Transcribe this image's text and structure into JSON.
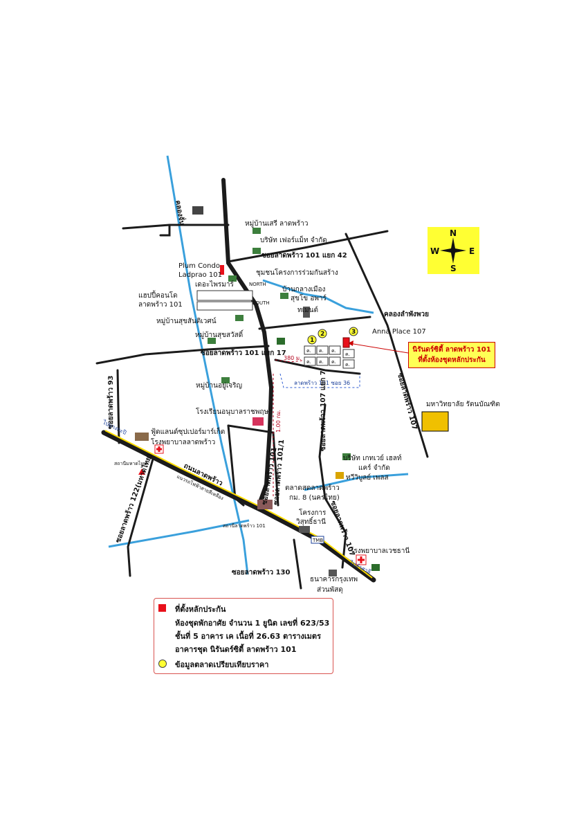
{
  "roads": {
    "ladprao_main": "ถนนลาดพร้าว",
    "soi_101": "ซอยลาดพร้าว 101",
    "soi_101_1": "ซอยลาดพร้าว 101/1",
    "soi_101_yaek_42": "ซอยลาดพร้าว 101 แยก 42",
    "soi_101_yaek_17": "ซอยลาดพร้าว 101 แยก 17",
    "soi_101_soi_36": "ลาดพร้าว 101 ซอย 36",
    "soi_93": "ซอยลาดพร้าว 93",
    "soi_107": "ซอยลาดพร้าว 107",
    "soi_107_yaek_7": "ซอยลาดพร้าว 107 แยก 7",
    "soi_107_lower": "ซอยลาดพร้าว 107",
    "soi_122": "ซอยลาดพร้าว 122(มหาดไทย)",
    "soi_130": "ซอยลาดพร้าว 130",
    "to_bangkapi": "ไปบางกะปิ",
    "to_lamsali": "ไปลำสาลี",
    "yellow_line": "แนวรถไฟฟ้าสายสีเหลือง"
  },
  "waterways": {
    "khlong_top": "คลองจั่น",
    "khlong_lamphangphuai": "คลองลำพังพวย"
  },
  "places": {
    "mooban_seri": "หมู่บ้านเสรี ลาดพร้าว",
    "format_co": "บริษัท เฟอร์แม็ท จำกัด",
    "plum_condo": "Plum Condo",
    "ladprao_101": "Ladprao 101",
    "chumchon": "ชุมชนโครงการร่วมกันสร้าง",
    "the_phraram": "เดอะไพรมาร์",
    "north": "NORTH",
    "south": "SOUTH",
    "happy_condo_1": "แฮปปี้คอนโด",
    "happy_condo_2": "ลาดพร้าว 101",
    "ban_klang_mueang": "บ้านกลางเมือง",
    "suksan_apartment": "สุขโข อพาร์",
    "tment": "ทเมนต์",
    "mooban_suksan": "หมู่บ้านสุขสันติเวศน์",
    "mooban_suksawat": "หมู่บ้านสุขสวัสดิ์",
    "anna_place": "Anna Place 107",
    "mooban_yoocharoen": "หมู่บ้านอยู่เจริญ",
    "school": "โรงเรียนอนุบาลราชพฤษา",
    "university": "มหาวิทยาลัย รัตนบัณฑิต",
    "foodland": "ฟู้ดแลนด์ซุปเปอร์มาร์เก็ต",
    "hosp_ladprao": "โรงพยาบาลลาดพร้าว",
    "mitsubishi": "สถานีมหาดไทย",
    "gateway_1": "บริษัท เกทเวย์ เฮลท์",
    "gateway_2": "แคร์ จำกัด",
    "thawiphun": "ทวีวิบูลย์ เพลส",
    "market_1": "ตลาดสดลาดพร้าว",
    "market_2": "กม. 8 (นครไทย)",
    "project_1": "โครงการ",
    "project_2": "วิสุทธิ์ธานี",
    "tmb": "TMB",
    "station_101": "สถานีลาดพร้าว 101",
    "hosp_vejthani": "โรงพยาบาลเวชธานี",
    "bangkok_bank": "ธนาคารกรุงเทพ",
    "suanphlu": "ส่วนพัสดุ"
  },
  "distances": {
    "d380": "380 ม.",
    "d1km": "1.00 กม."
  },
  "markers": [
    "1",
    "2",
    "3"
  ],
  "units": [
    "ค.",
    "ค.",
    "ค.",
    "ค.",
    "ค.",
    "ค.",
    "ค.",
    "ค."
  ],
  "subject": {
    "line1": "นิรันดร์ซิตี้ ลาดพร้าว 101",
    "line2": "ที่ตั้งห้องชุดหลักประกัน"
  },
  "compass": {
    "n": "N",
    "s": "S",
    "e": "E",
    "w": "W"
  },
  "legend": {
    "collateral_title": "ที่ตั้งหลักประกัน",
    "line2": "ห้องชุดพักอาศัย จำนวน 1 ยูนิต เลขที่ 623/53",
    "line3": "ชั้นที่ 5 อาคาร เค เนื้อที่ 26.63 ตารางเมตร",
    "line4": "อาคารชุด นิรันดร์ซิตี้ ลาดพร้าว 101",
    "market_data": "ข้อมูลตลาดเปรียบเทียบราคา"
  },
  "colors": {
    "road": "#1b1b1b",
    "water": "#3aa0dc",
    "subject": "#e8101a",
    "compass_bg": "#ffff33",
    "comparable": "#ffff33",
    "dashed": "#2d5bd1"
  }
}
